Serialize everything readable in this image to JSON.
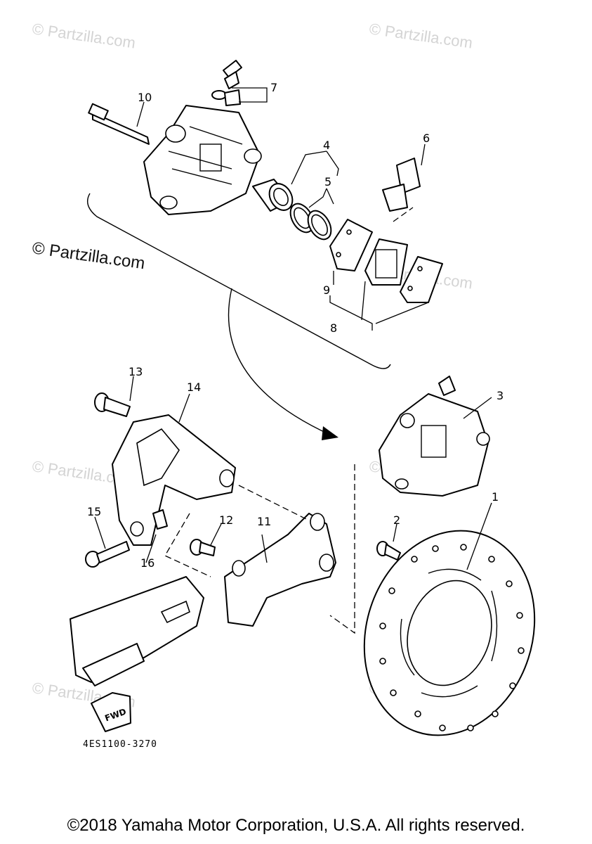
{
  "watermarks": {
    "small": "© Partzilla.com",
    "large": "© Partzilla.com"
  },
  "callouts": {
    "c1": "1",
    "c2": "2",
    "c3": "3",
    "c4": "4",
    "c5": "5",
    "c6": "6",
    "c7": "7",
    "c8": "8",
    "c9": "9",
    "c10": "10",
    "c11": "11",
    "c12": "12",
    "c13": "13",
    "c14": "14",
    "c15": "15",
    "c16": "16"
  },
  "fwd_label": "FWD",
  "diagram_code": "4ES1100-3270",
  "copyright": "©2018 Yamaha Motor Corporation, U.S.A. All rights reserved.",
  "colors": {
    "line": "#000000",
    "watermark": "#d4d4d4",
    "background": "#ffffff"
  }
}
